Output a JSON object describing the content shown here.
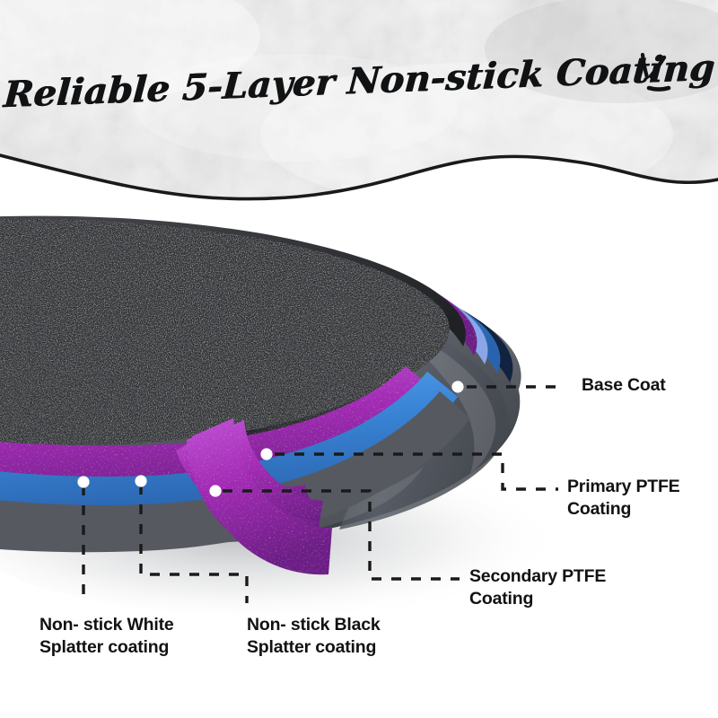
{
  "header": {
    "title": "Reliable 5-Layer Non-stick Coating",
    "flourish_icon": "sparkle-flourish-icon",
    "background_texture": "concrete-gray-texture",
    "wave_line_color": "#1a1a1a"
  },
  "product": {
    "illustration_name": "cutaway-nonstick-pan",
    "layer_count": 5,
    "layers": [
      {
        "id": "base-coat",
        "name": "Base Coat",
        "color": "#6b6f76"
      },
      {
        "id": "primary-ptfe",
        "name": "Primary PTFE Coating",
        "color": "#3a86d8"
      },
      {
        "id": "secondary-ptfe",
        "name": "Secondary PTFE Coating",
        "color": "#12233f"
      },
      {
        "id": "white-splatter",
        "name": "Non- stick White Splatter coating",
        "color": "#a32bb5"
      },
      {
        "id": "black-splatter",
        "name": "Non- stick Black Splatter coating",
        "color": "#2b2b2d"
      }
    ]
  },
  "callouts": [
    {
      "id": "base-coat",
      "text": "Base Coat",
      "dot": "callout-dot"
    },
    {
      "id": "primary-ptfe",
      "text": "Primary PTFE\nCoating",
      "dot": "callout-dot"
    },
    {
      "id": "secondary-ptfe",
      "text": "Secondary PTFE\nCoating",
      "dot": "callout-dot"
    },
    {
      "id": "white-splatter",
      "text": "Non- stick White\nSplatter coating",
      "dot": "callout-dot"
    },
    {
      "id": "black-splatter",
      "text": "Non- stick Black\nSplatter coating",
      "dot": "callout-dot"
    }
  ],
  "colors": {
    "page_background": "#ffffff",
    "text": "#111214",
    "leader_line": "#1a1a1a",
    "dot": "#ffffff",
    "purple": "#a32bb5",
    "magenta_light": "#c267d6",
    "periwinkle": "#8aa6e8",
    "blue": "#3a86d8",
    "navy": "#12233f",
    "gray_body": "#6b6f76",
    "gray_dark": "#4a4e54",
    "charcoal": "#2b2b2d"
  }
}
